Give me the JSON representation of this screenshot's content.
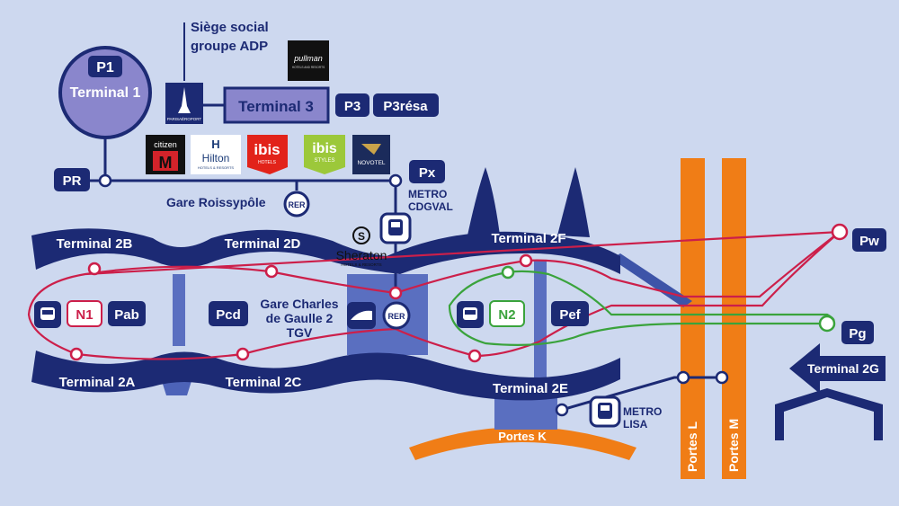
{
  "colors": {
    "background": "#cdd8ef",
    "navy": "#1c2a74",
    "terminal_body": "#243a8c",
    "connector_blue": "#5a6fc0",
    "red_shuttle_line": "#cc1f4a",
    "green_shuttle_line": "#3aa33c",
    "orange_gates": "#f07d16",
    "terminal1_fill": "#8a86cc"
  },
  "headquarters": {
    "line1": "Siège social",
    "line2": "groupe ADP",
    "logo": "PARISAÉROPORT"
  },
  "terminal1": {
    "parking": "P1",
    "name": "Terminal 1"
  },
  "terminal3": {
    "name": "Terminal 3",
    "parking": [
      "P3",
      "P3résa"
    ]
  },
  "hotels": {
    "pullman": {
      "name": "pullman",
      "tagline": "HOTELS AND RESORTS"
    },
    "citizen": {
      "name": "citizen",
      "letter": "M"
    },
    "hilton": {
      "name": "Hilton",
      "tagline": "HOTELS & RESORTS"
    },
    "ibis": {
      "name": "ibis",
      "tagline": "HOTELS"
    },
    "ibis_styles": {
      "name": "ibis",
      "sub": "STYLES"
    },
    "novotel": {
      "name": "NOVOTEL"
    },
    "sheraton": {
      "name": "Sheraton",
      "tagline": "HOTELS & RESORTS"
    }
  },
  "stations": {
    "roissypole": "Gare Roissypôle",
    "rer": "RER",
    "metro_cdgval": {
      "line1": "METRO",
      "line2": "CDGVAL"
    },
    "tgv": {
      "line1": "Gare Charles",
      "line2": "de Gaulle 2",
      "line3": "TGV"
    },
    "metro_lisa": {
      "line1": "METRO",
      "line2": "LISA"
    }
  },
  "parkings": {
    "pr": "PR",
    "px": "Px",
    "pab": "Pab",
    "pcd": "Pcd",
    "pef": "Pef",
    "pw": "Pw",
    "pg": "Pg"
  },
  "shuttles": {
    "n1": "N1",
    "n2": "N2"
  },
  "terminals2": {
    "t2a": "Terminal 2A",
    "t2b": "Terminal 2B",
    "t2c": "Terminal 2C",
    "t2d": "Terminal 2D",
    "t2e": "Terminal 2E",
    "t2f": "Terminal 2F",
    "t2g": "Terminal 2G"
  },
  "gates": {
    "k": "Portes K",
    "l": "Portes L",
    "m": "Portes M"
  }
}
